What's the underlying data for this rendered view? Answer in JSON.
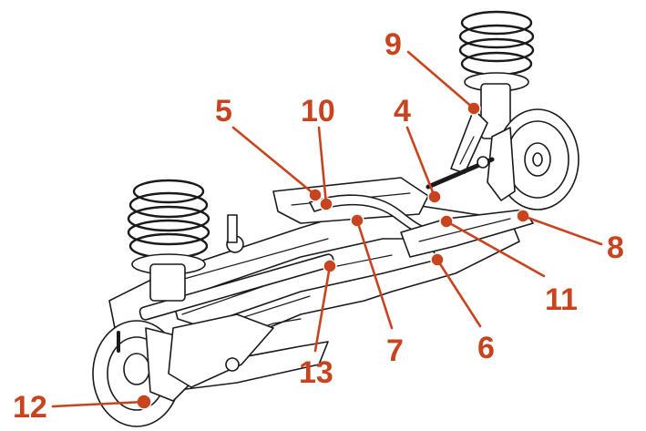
{
  "accent_color": "#c8441e",
  "line_color": "#1a1a1a",
  "callouts": [
    {
      "id": "c5",
      "text": "5"
    },
    {
      "id": "c10",
      "text": "10"
    },
    {
      "id": "c4",
      "text": "4"
    },
    {
      "id": "c9",
      "text": "9"
    },
    {
      "id": "c8",
      "text": "8"
    },
    {
      "id": "c11",
      "text": "11"
    },
    {
      "id": "c6",
      "text": "6"
    },
    {
      "id": "c7",
      "text": "7"
    },
    {
      "id": "c13",
      "text": "13"
    },
    {
      "id": "c12",
      "text": "12"
    }
  ]
}
